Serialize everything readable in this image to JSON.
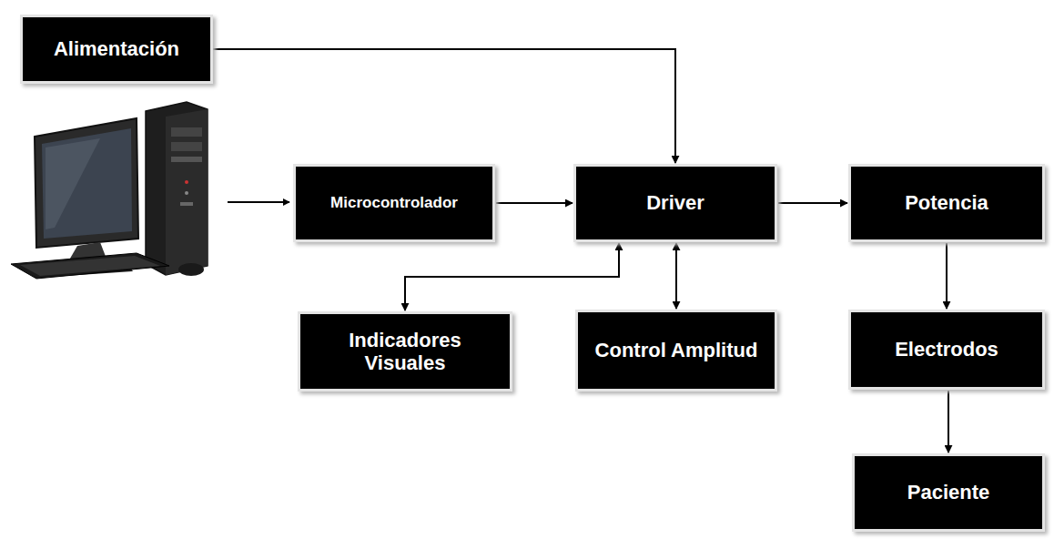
{
  "diagram": {
    "nodes": [
      {
        "text": [
          "Alimentación"
        ]
      },
      {
        "text": [
          "Microcontrolador"
        ]
      },
      {
        "text": [
          "Driver"
        ]
      },
      {
        "text": [
          "Potencia"
        ]
      },
      {
        "text": [
          "Indicadores Visuales"
        ]
      },
      {
        "text": [
          "Control Amplitud"
        ]
      },
      {
        "text": [
          "Electrodos"
        ]
      },
      {
        "text": [
          "Paciente"
        ]
      }
    ],
    "edges": [
      {
        "from": 0,
        "to": 2,
        "arrow": "to"
      },
      {
        "from": 1,
        "to": 2,
        "arrow": "to"
      },
      {
        "from": 2,
        "to": 3,
        "arrow": "to"
      },
      {
        "from": 2,
        "to": 4,
        "arrow": "both"
      },
      {
        "from": 2,
        "to": 5,
        "arrow": "both"
      },
      {
        "from": 3,
        "to": 6,
        "arrow": "to"
      },
      {
        "from": 6,
        "to": 7,
        "arrow": "to"
      }
    ]
  }
}
